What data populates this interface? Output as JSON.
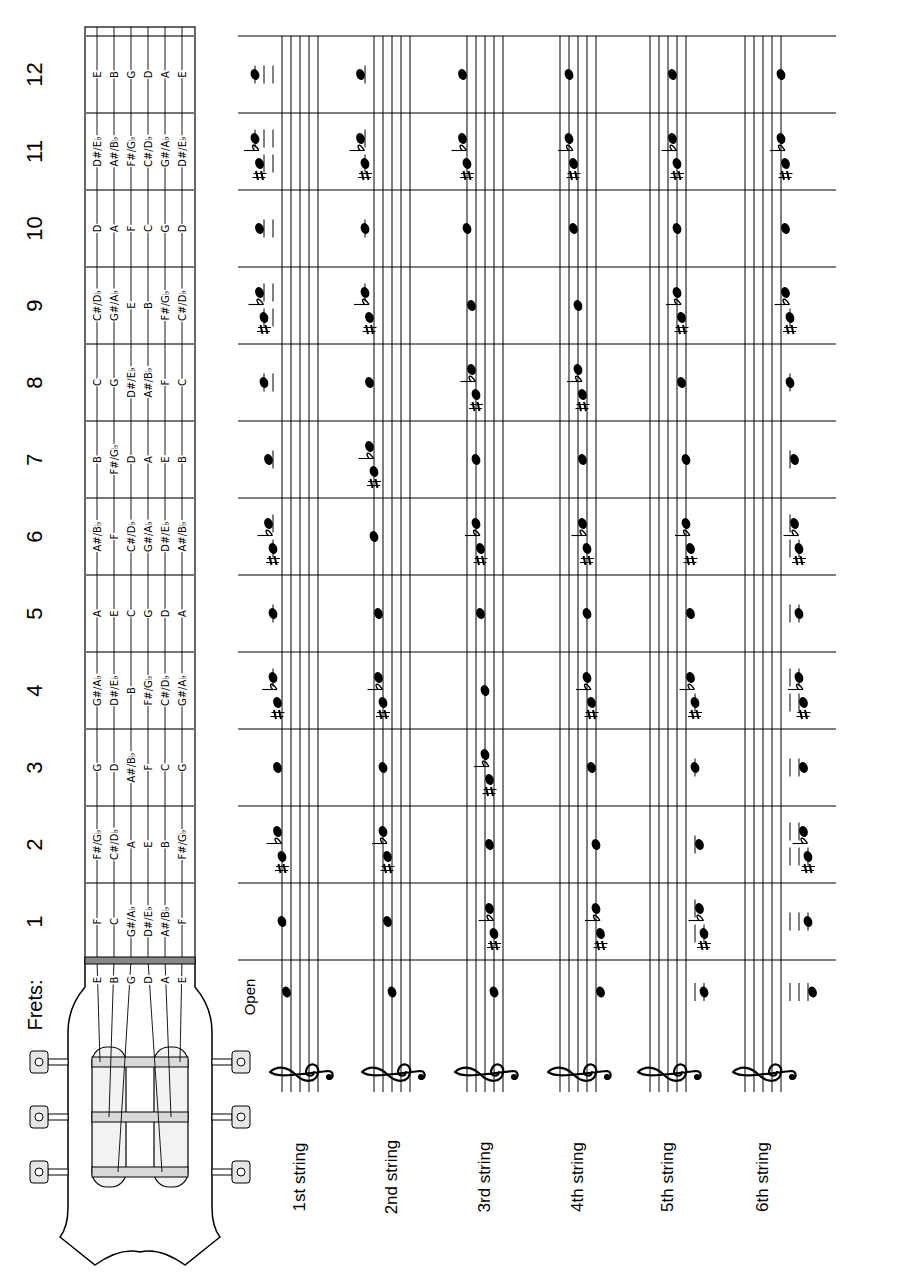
{
  "diagram": {
    "labels": [
      "Frets:",
      "1",
      "2",
      "3",
      "4",
      "5",
      "6",
      "7",
      "8",
      "9",
      "10",
      "11",
      "12",
      "E",
      "B",
      "G",
      "D",
      "A",
      "E",
      "F",
      "C",
      "G#/A♭",
      "D#/E♭",
      "A#/B♭",
      "F",
      "F#/G♭",
      "C#/D♭",
      "A",
      "E",
      "B",
      "F#/G♭",
      "G",
      "D",
      "A#/B♭",
      "F",
      "C",
      "G",
      "G#/A♭",
      "D#/E♭",
      "B",
      "F#/G♭",
      "C#/D♭",
      "G#/A♭",
      "A",
      "E",
      "C",
      "G",
      "D",
      "A",
      "A#/B♭",
      "F",
      "C#/D♭",
      "G#/A♭",
      "D#/E♭",
      "A#/B♭",
      "B",
      "F#/G♭",
      "D",
      "A",
      "E",
      "B",
      "C",
      "G",
      "D#/E♭",
      "A#/B♭",
      "F",
      "C",
      "C#/D♭",
      "G#/A♭",
      "E",
      "B",
      "F#/G♭",
      "C#/D♭",
      "D",
      "A",
      "F",
      "C",
      "G",
      "D",
      "D#/E♭",
      "A#/B♭",
      "F#/G♭",
      "C#/D♭",
      "G#/A♭",
      "D#/E♭",
      "E",
      "B",
      "G",
      "D",
      "A",
      "E",
      "Open",
      "1st string",
      "2nd string",
      "3rd string",
      "4th string",
      "5th string",
      "6th string"
    ]
  }
}
